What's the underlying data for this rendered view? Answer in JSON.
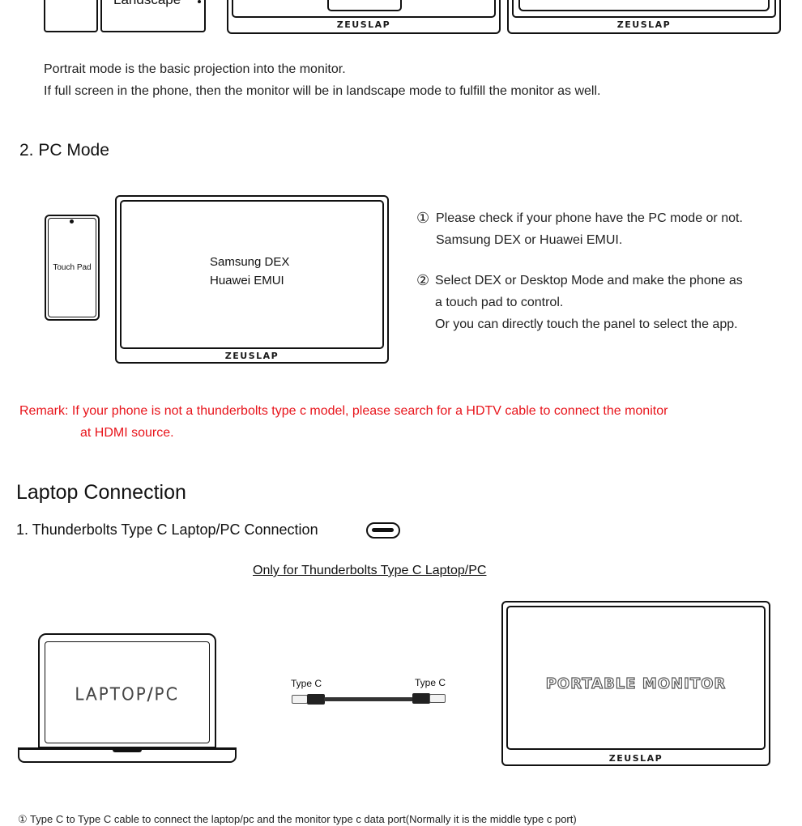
{
  "top": {
    "landscape_label": "Landscape",
    "brand_left": "ZEUSLAP",
    "brand_right": "ZEUSLAP"
  },
  "intro": {
    "line1": "Portrait mode is the basic projection into the monitor.",
    "line2": "If full screen in the phone, then the monitor will be in landscape mode to fulfill the monitor as well."
  },
  "pc_mode": {
    "heading": "2. PC Mode",
    "phone_label": "Touch Pad",
    "screen_line1": "Samsung DEX",
    "screen_line2": "Huawei EMUI",
    "brand": "ZEUSLAP",
    "step1_num": "①",
    "step1_line1": "Please check if your phone have the PC mode or not.",
    "step1_line2": "Samsung DEX or Huawei EMUI.",
    "step2_num": "②",
    "step2_line1": "Select DEX or Desktop Mode and make the phone as",
    "step2_line2": "a touch pad to control.",
    "step2_line3": "Or you can directly touch the panel to select the app."
  },
  "remark": {
    "line1": "Remark: If your phone is not a thunderbolts type c model, please search for a HDTV cable to connect the monitor",
    "line2": "at HDMI source."
  },
  "laptop": {
    "heading": "Laptop Connection",
    "subheading": "1. Thunderbolts Type C Laptop/PC Connection",
    "note": "Only for Thunderbolts Type C Laptop/PC",
    "laptop_label": "LAPTOP/PC",
    "cable_left": "Type C",
    "cable_right": "Type C",
    "monitor_label": "PORTABLE MONITOR",
    "brand": "ZEUSLAP",
    "footer": "① Type C to Type C cable to connect the laptop/pc and the monitor type c data port(Normally it is the middle type c port)"
  },
  "colors": {
    "remark": "#e8141b",
    "line": "#111111"
  }
}
